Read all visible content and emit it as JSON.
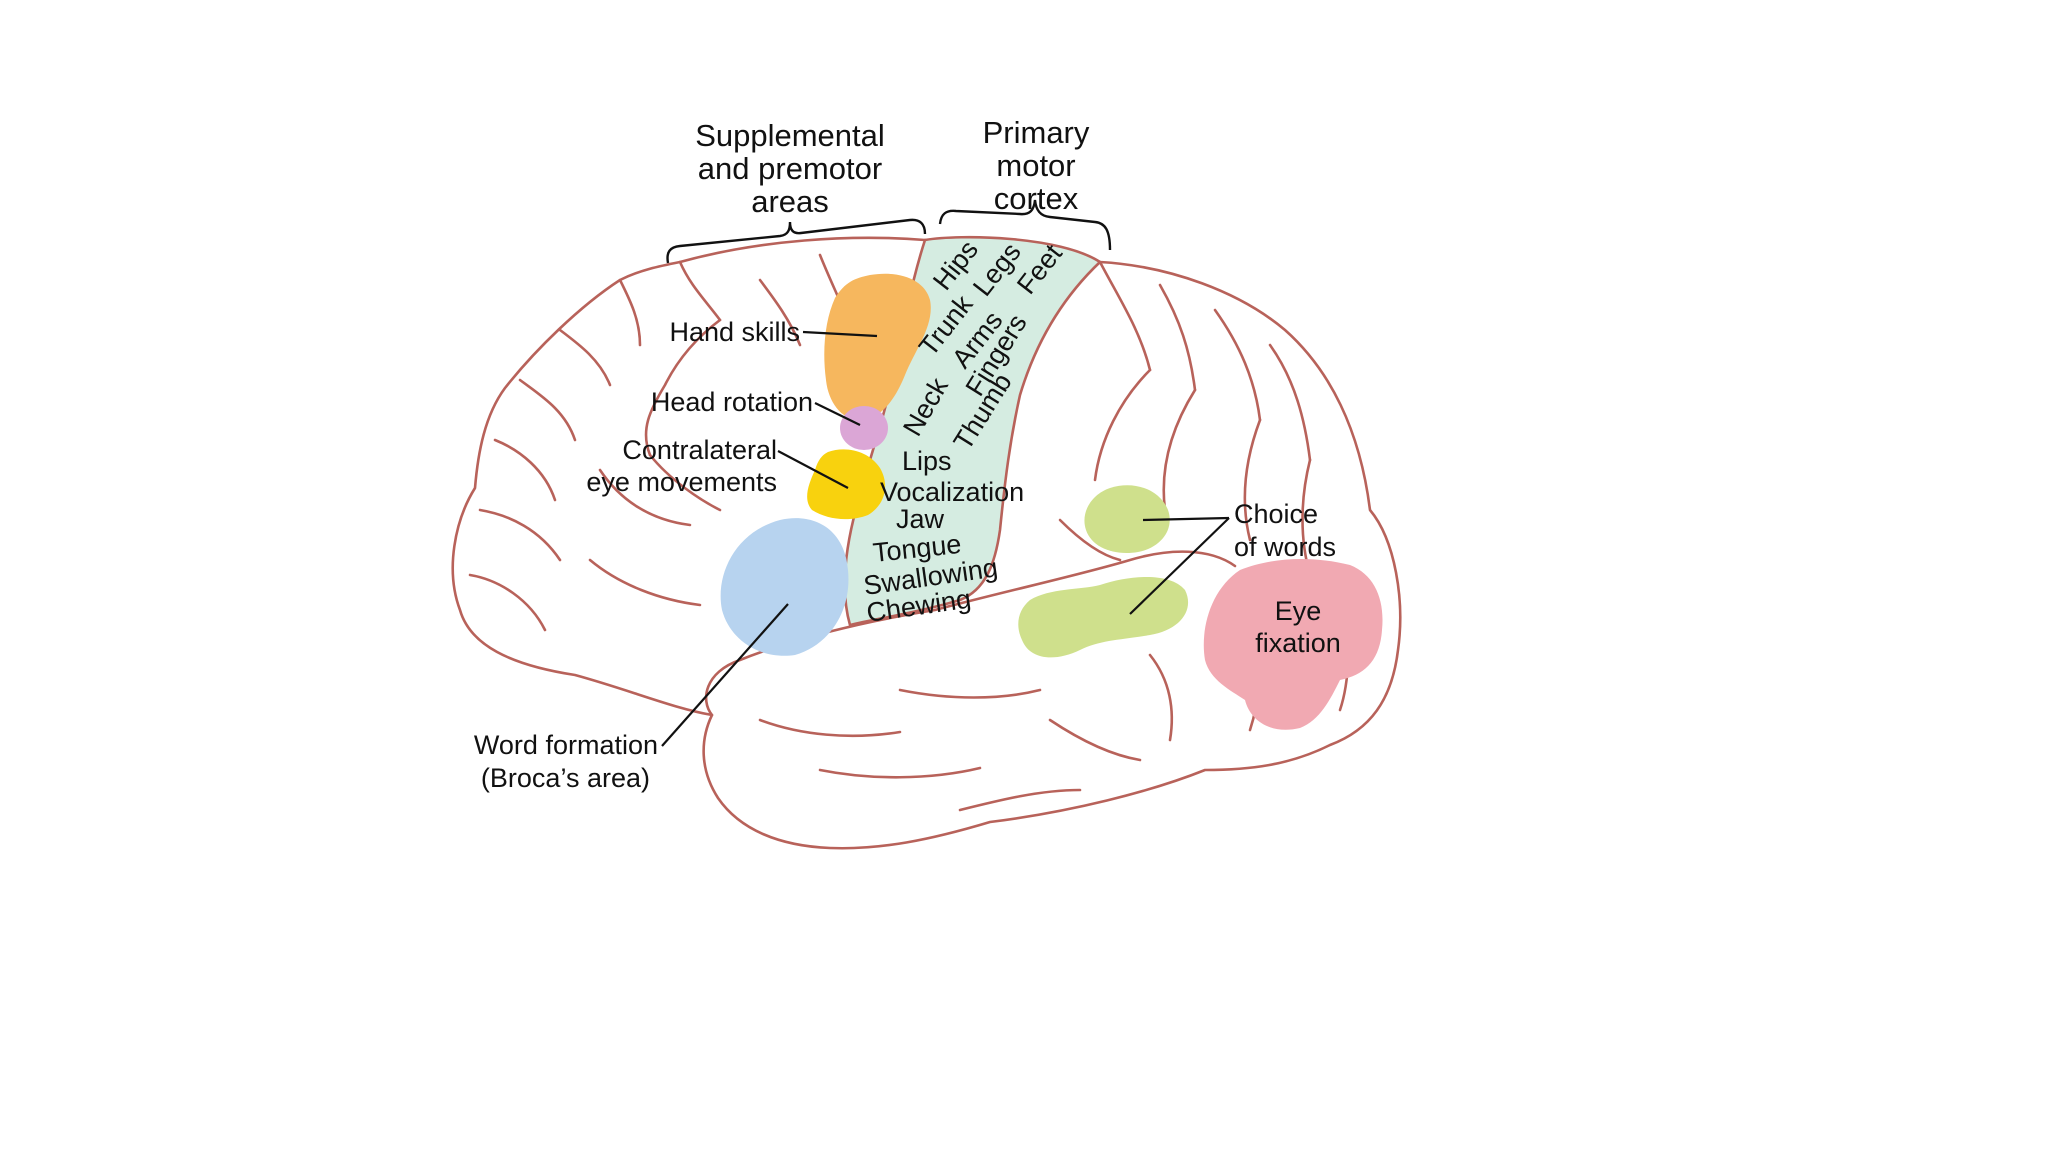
{
  "headers": {
    "premotor": [
      "Supplemental",
      "and premotor",
      "areas"
    ],
    "motor": [
      "Primary",
      "motor",
      "cortex"
    ]
  },
  "motor_strip_labels": {
    "hips": "Hips",
    "legs": "Legs",
    "feet": "Feet",
    "trunk": "Trunk",
    "arms": "Arms",
    "neck": "Neck",
    "fingers": "Fingers",
    "thumb": "Thumb",
    "lips": "Lips",
    "vocalization": "Vocalization",
    "jaw": "Jaw",
    "tongue": "Tongue",
    "swallowing": "Swallowing",
    "chewing": "Chewing"
  },
  "regions": {
    "hand_skills": "Hand skills",
    "head_rotation": "Head rotation",
    "contralateral": [
      "Contralateral",
      "eye movements"
    ],
    "word_formation": [
      "Word formation",
      "(Broca’s area)"
    ],
    "choice_of_words": [
      "Choice",
      "of words"
    ],
    "eye_fixation": [
      "Eye",
      "fixation"
    ]
  },
  "colors": {
    "brain": "#f5c2ae",
    "brain_outline": "#b8625a",
    "motor_strip": "#d5ece1",
    "hand_skills": "#f6b75e",
    "head_rotation": "#dba6d6",
    "eye_movements": "#f8d20e",
    "broca": "#b7d3ef",
    "choice_of_words": "#cfe08c",
    "eye_fixation": "#f1a9b2"
  }
}
